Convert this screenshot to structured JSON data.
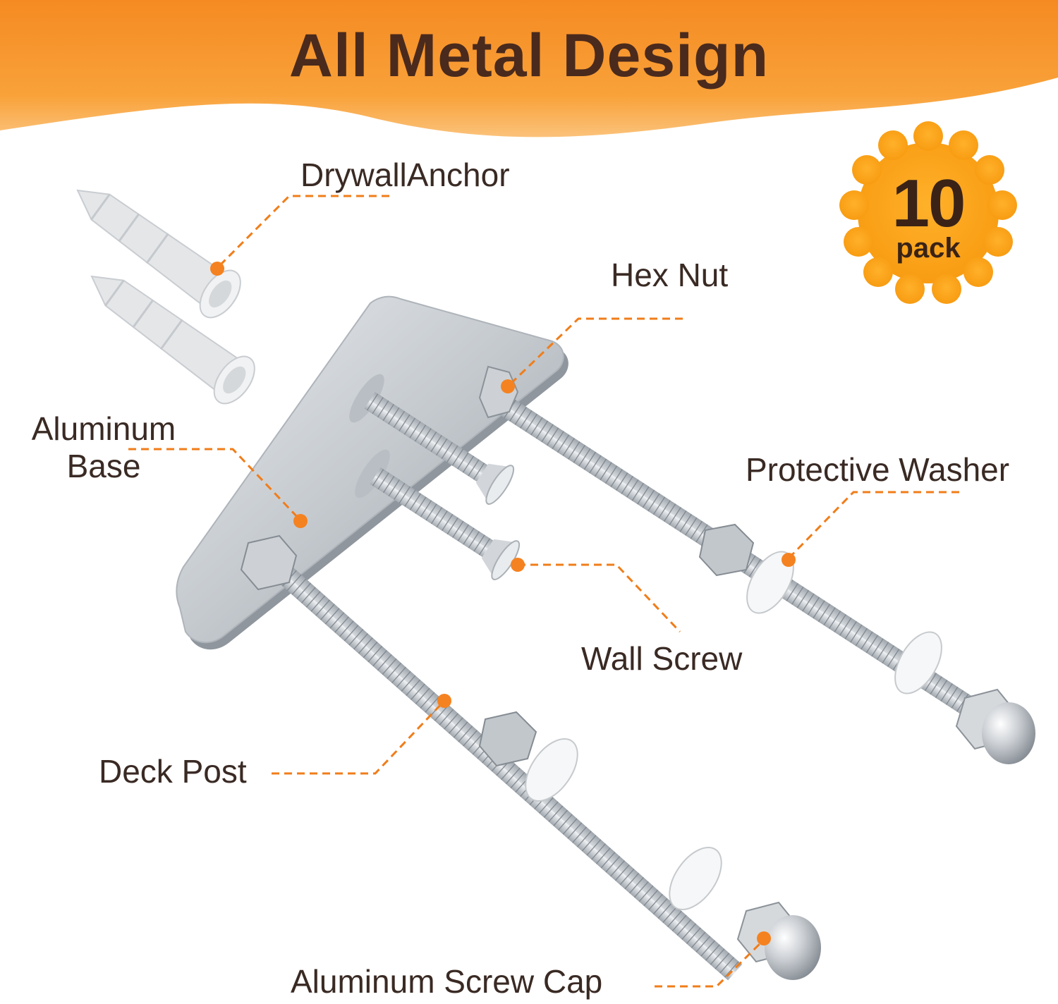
{
  "title": "All Metal Design",
  "badge": {
    "number": "10",
    "unit": "pack"
  },
  "labels": {
    "drywall_anchor": "DrywallAnchor",
    "hex_nut": "Hex Nut",
    "aluminum_base_line1": "Aluminum",
    "aluminum_base_line2": "Base",
    "protective_washer": "Protective Washer",
    "wall_screw": "Wall Screw",
    "deck_post": "Deck Post",
    "aluminum_screw_cap": "Aluminum Screw Cap"
  },
  "colors": {
    "accent": "#f58220",
    "banner": "#f7922a",
    "badge": "#f9a21b",
    "title_text": "#4a2a1c",
    "metal": "#c7ccd1"
  },
  "icons": [
    "drywall-anchor-icon",
    "bracket-plate-icon",
    "wall-screw-icon",
    "threaded-rod-icon",
    "hex-nut-icon",
    "washer-icon",
    "cap-nut-icon"
  ]
}
